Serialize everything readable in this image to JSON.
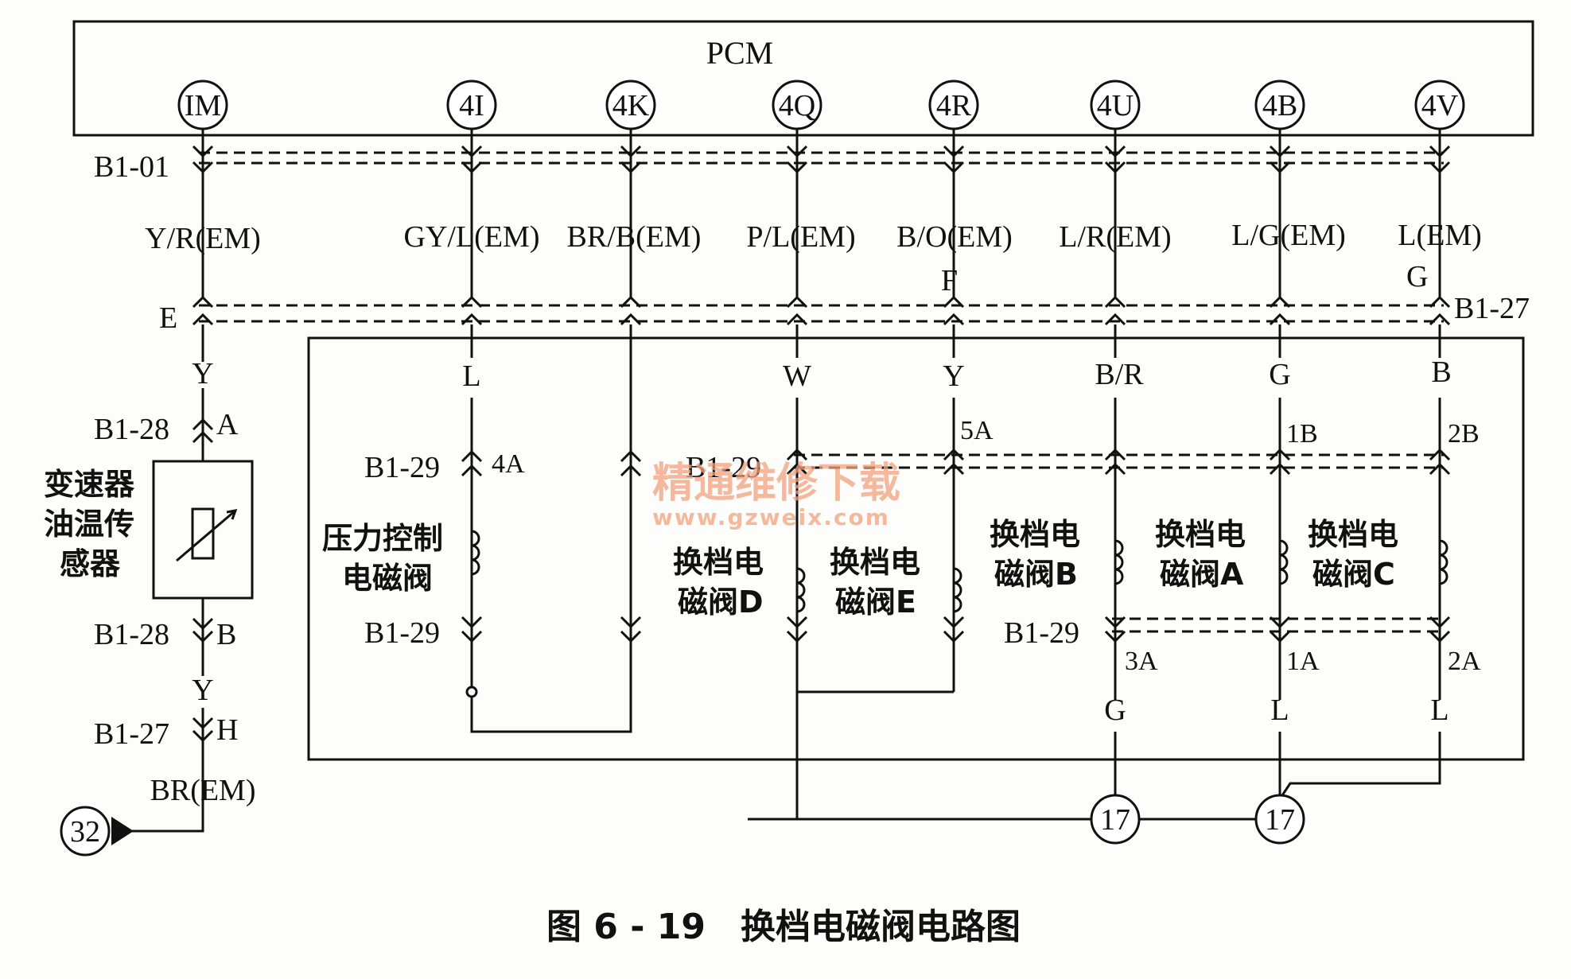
{
  "pcm": {
    "title": "PCM",
    "pins": [
      "IM",
      "4I",
      "4K",
      "4Q",
      "4R",
      "4U",
      "4B",
      "4V"
    ]
  },
  "connectors": {
    "b1_01": "B1-01",
    "b1_27_right": "B1-27",
    "e_pin": "E",
    "f_pin": "F",
    "g_pin": "G",
    "b1_28_a": "B1-28",
    "a_pin": "A",
    "b1_28_b": "B1-28",
    "b_pin": "B",
    "b1_27_h": "B1-27",
    "h_pin": "H",
    "b1_29_4a": "B1-29",
    "pin_4a": "4A",
    "b1_29_mid": "B1-29",
    "b1_29_low": "B1-29",
    "b1_29_right": "B1-29",
    "pin_5a": "5A",
    "pin_1b": "1B",
    "pin_2b": "2B",
    "pin_3a": "3A",
    "pin_1a": "1A",
    "pin_2a": "2A"
  },
  "wires_em": [
    "Y/R(EM)",
    "GY/L(EM)",
    "BR/B(EM)",
    "P/L(EM)",
    "B/O(EM)",
    "L/R(EM)",
    "L/G(EM)",
    "L(EM)"
  ],
  "wires_inner": {
    "y_top": "Y",
    "l": "L",
    "w": "W",
    "y_mid": "Y",
    "b_r": "B/R",
    "g": "G",
    "b": "B",
    "y_low": "Y",
    "g_bottom": "G",
    "l_bottom_1": "L",
    "l_bottom_2": "L",
    "br_em": "BR(EM)"
  },
  "components": {
    "sensor_line1": "变速器",
    "sensor_line2": "油温传",
    "sensor_line3": "感器",
    "pressure_line1": "压力控制",
    "pressure_line2": "电磁阀",
    "valve_d_line1": "换档电",
    "valve_d_line2": "磁阀D",
    "valve_e_line1": "换档电",
    "valve_e_line2": "磁阀E",
    "valve_b_line1": "换档电",
    "valve_b_line2": "磁阀B",
    "valve_a_line1": "换档电",
    "valve_a_line2": "磁阀A",
    "valve_c_line1": "换档电",
    "valve_c_line2": "磁阀C"
  },
  "grounds": {
    "g32": "32",
    "g17_left": "17",
    "g17_right": "17"
  },
  "watermark": {
    "cn": "精通维修下载",
    "url": "www.gzweix.com"
  },
  "caption": "图 6 - 19　换档电磁阀电路图"
}
